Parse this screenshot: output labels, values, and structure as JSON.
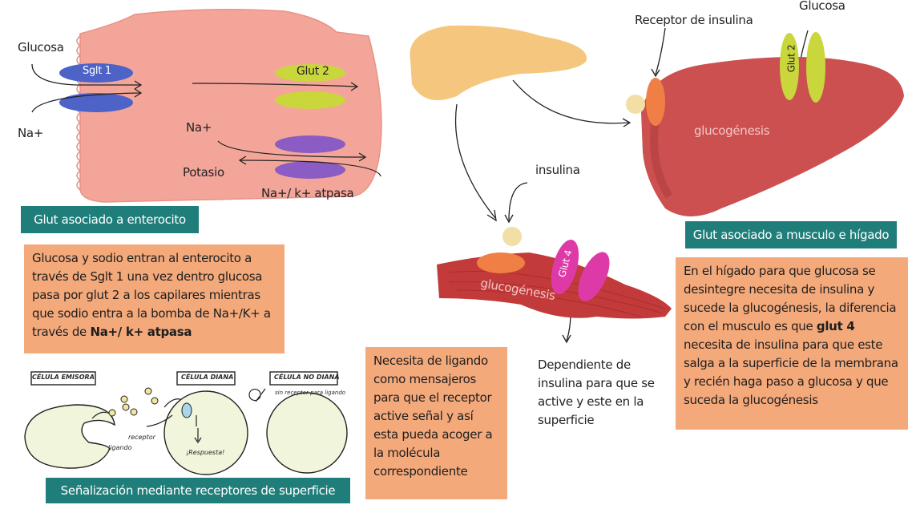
{
  "enterocyte": {
    "glucosa": "Glucosa",
    "na_plus": "Na+",
    "sglt1": "Sglt 1",
    "glut2": "Glut 2",
    "na_plus_2": "Na+",
    "potasio": "Potasio",
    "atpasa": "Na+/ k+ atpasa",
    "caption": "Glut asociado a enterocito"
  },
  "enterocyte_note": {
    "text": "Glucosa y sodio entran al enterocito a través de Sglt 1 una vez dentro glucosa pasa por glut 2 a los capilares mientras que sodio entra a la bomba de Na+/K+ a través de",
    "bold": "Na+/ k+ atpasa"
  },
  "signaling": {
    "emisora": "CÉLULA EMISORA",
    "diana": "CÉLULA DIANA",
    "no_diana": "CÉLULA NO DIANA",
    "sin_receptor": "sin receptor para ligando",
    "receptor": "receptor",
    "ligando": "ligando",
    "respuesta": "¡Respuesta!",
    "caption": "Señalización mediante receptores de superficie"
  },
  "ligand_note": "Necesita de ligando como mensajeros para que el receptor active señal y así esta pueda acoger a la molécula correspondiente",
  "muscle": {
    "insulina": "insulina",
    "glucogenesis": "glucogénesis",
    "glut4": "Glut 4",
    "dependiente": "Dependiente de insulina para que se active y este en la superficie"
  },
  "liver": {
    "receptor": "Receptor de insulina",
    "glucosa": "Glucosa",
    "glut2": "Glut 2",
    "glucogenesis": "glucogénesis",
    "caption": "Glut asociado a musculo e hígado"
  },
  "liver_note": {
    "part1": "En el hígado para que glucosa se desintegre necesita de insulina y sucede la glucogénesis, la diferencia con el musculo es que",
    "bold": "glut 4",
    "part2": "necesita de insulina para que este salga a la superficie de la membrana y recién haga paso a glucosa y que suceda la glucogénesis"
  },
  "colors": {
    "teal": "#1f7e7a",
    "note": "#f4a97b",
    "cell": "#f4a59a",
    "sglt": "#4d63c8",
    "glut2": "#c9d63c",
    "atpase": "#8a5cc4",
    "pancreas": "#f5c77e",
    "liver": "#cc5050",
    "muscle": "#c33a3a",
    "glut4": "#dd3aa8"
  }
}
